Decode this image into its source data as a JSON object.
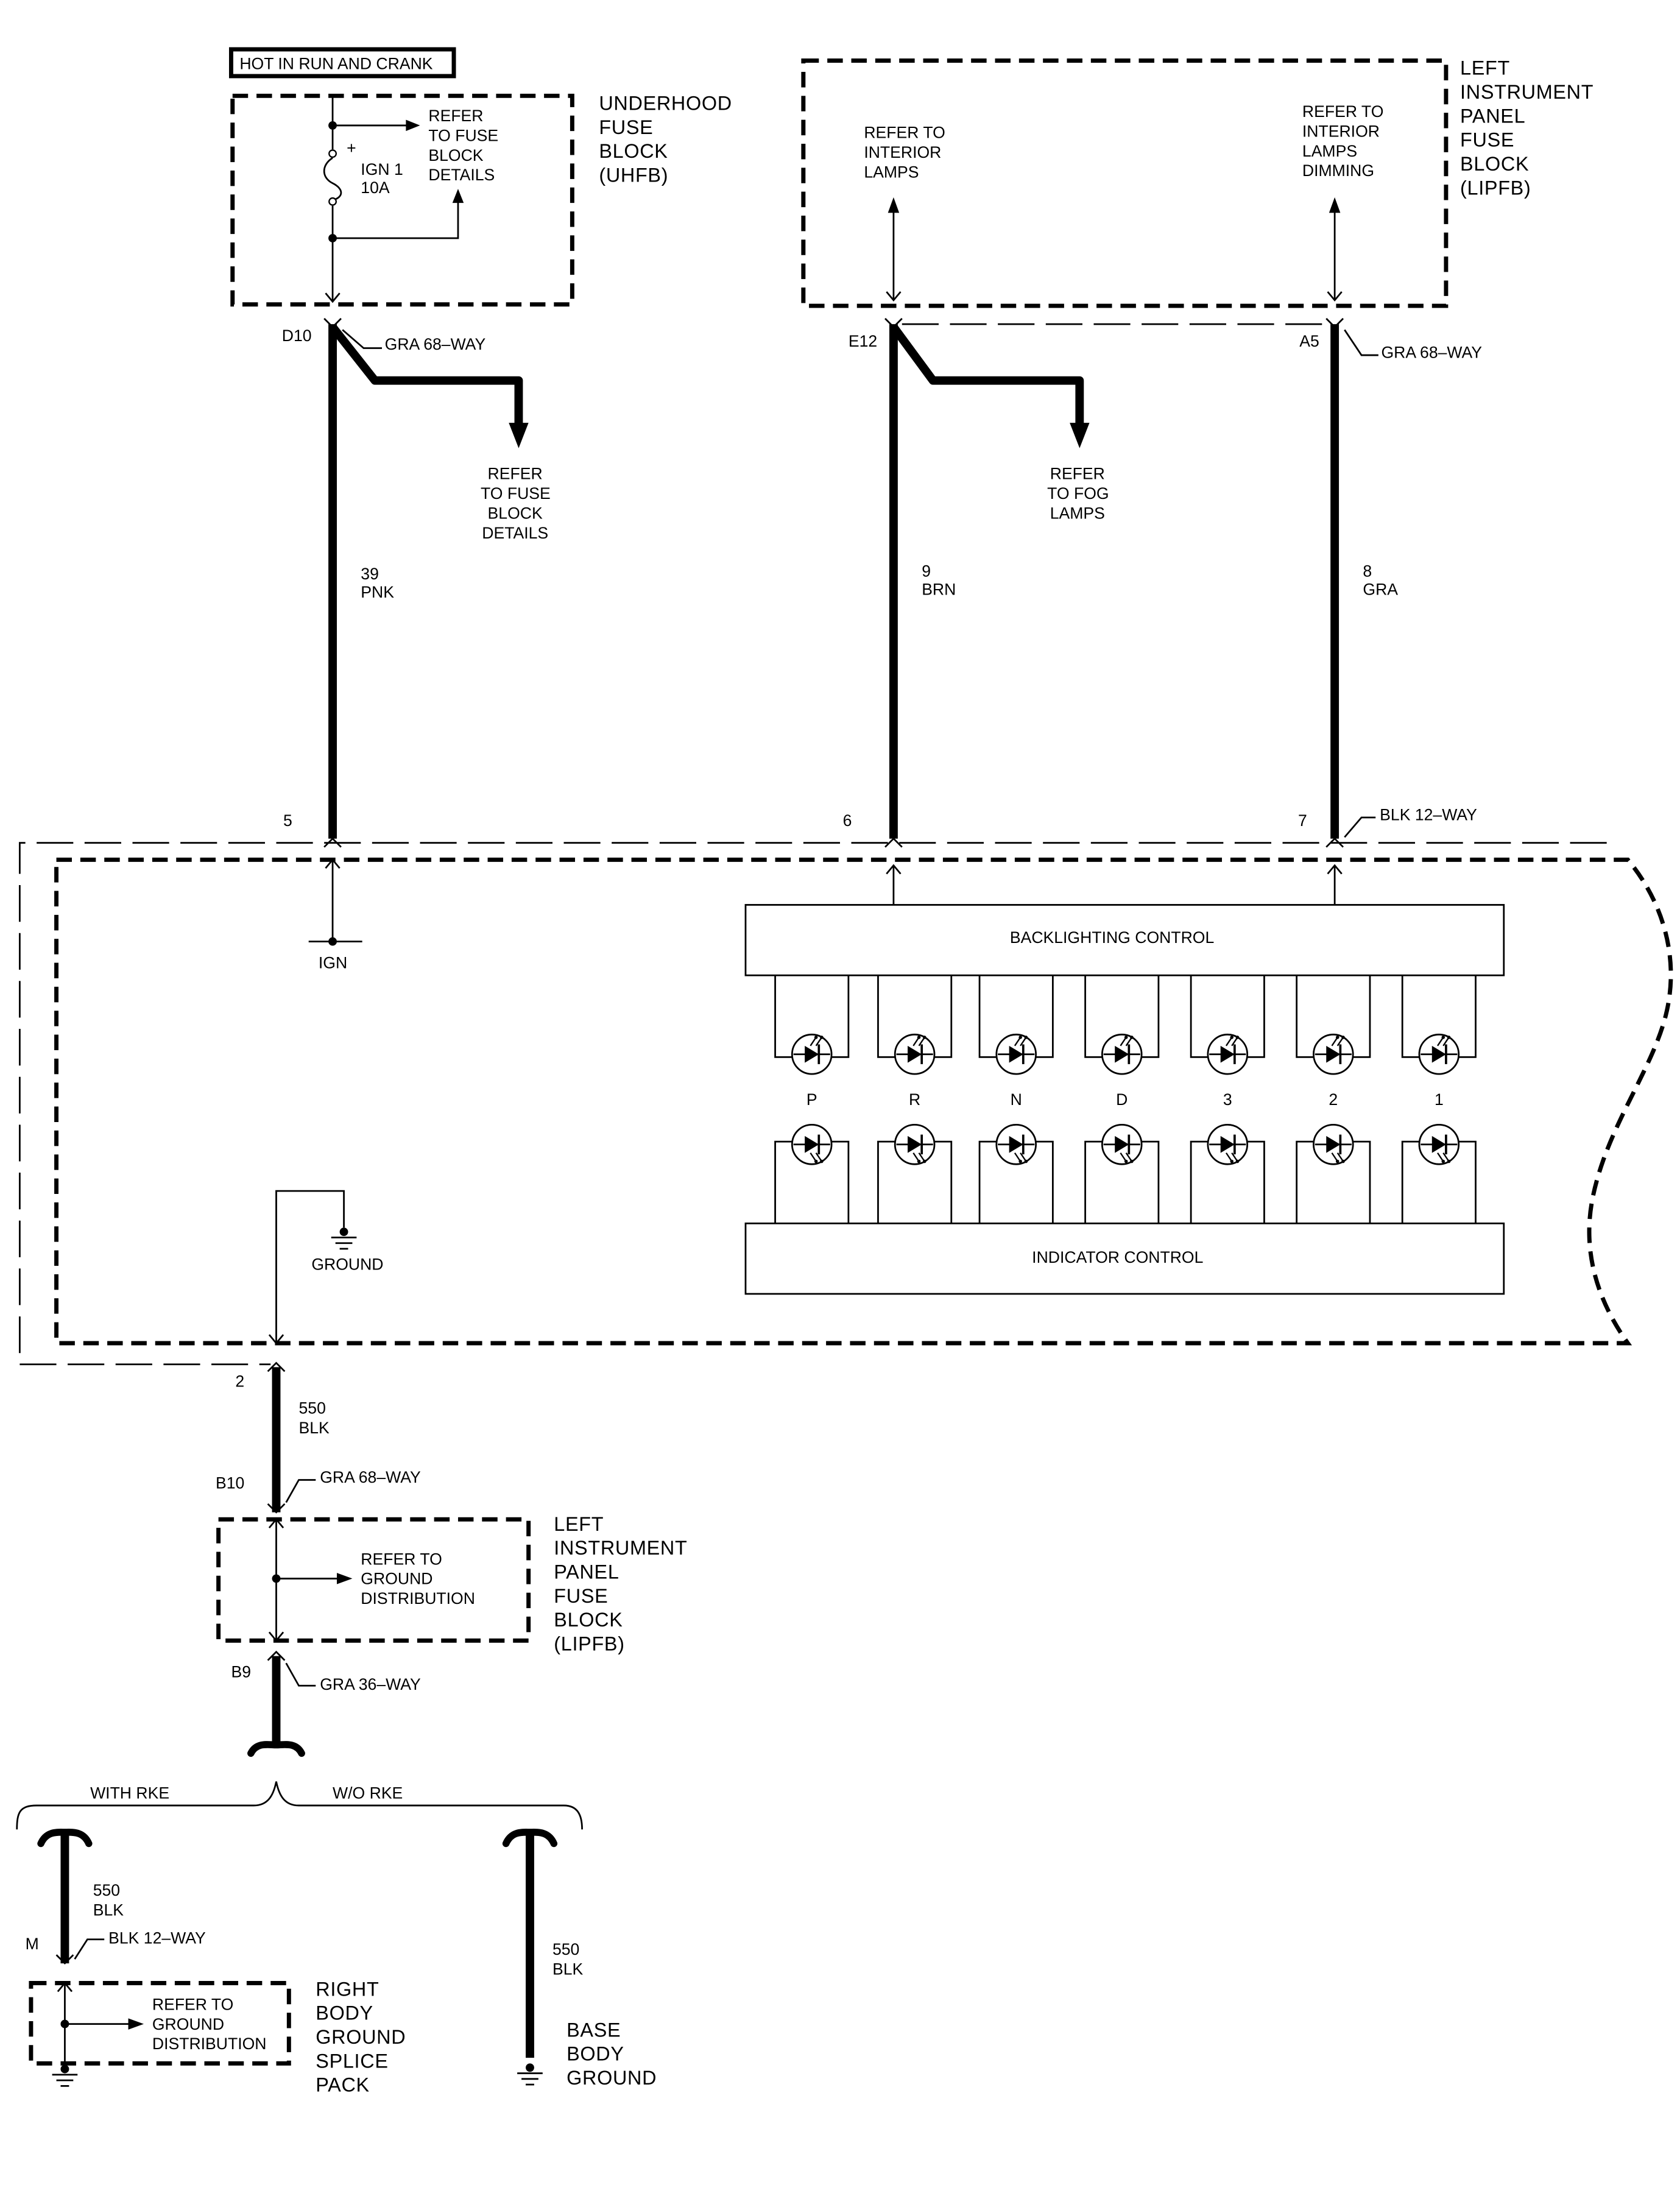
{
  "header_box": "HOT IN RUN AND CRANK",
  "uhfb": {
    "name": [
      "UNDERHOOD",
      "FUSE",
      "BLOCK",
      "(UHFB)"
    ],
    "refer": [
      "REFER",
      "TO FUSE",
      "BLOCK",
      "DETAILS"
    ],
    "fuse": [
      "IGN 1",
      "10A"
    ],
    "plus": "+"
  },
  "lipfb_top": {
    "name": [
      "LEFT",
      "INSTRUMENT",
      "PANEL",
      "FUSE",
      "BLOCK",
      "(LIPFB)"
    ],
    "refer_interior": [
      "REFER TO",
      "INTERIOR",
      "LAMPS"
    ],
    "refer_dimming": [
      "REFER TO",
      "INTERIOR",
      "LAMPS",
      "DIMMING"
    ]
  },
  "connectors": {
    "d10": "D10",
    "e12": "E12",
    "a5": "A5",
    "gra68": "GRA 68–WAY",
    "blk12": "BLK 12–WAY",
    "b10": "B10",
    "b9": "B9",
    "gra36": "GRA 36–WAY",
    "m": "M"
  },
  "refer_fuse_block": [
    "REFER",
    "TO FUSE",
    "BLOCK",
    "DETAILS"
  ],
  "refer_fog": [
    "REFER",
    "TO FOG",
    "LAMPS"
  ],
  "wires": {
    "w39": [
      "39",
      "PNK"
    ],
    "w9": [
      "9",
      "BRN"
    ],
    "w8": [
      "8",
      "GRA"
    ],
    "w550a": [
      "550",
      "BLK"
    ],
    "w550b": [
      "550",
      "BLK"
    ],
    "w550c": [
      "550",
      "BLK"
    ]
  },
  "pins": {
    "p5": "5",
    "p6": "6",
    "p7": "7",
    "p2": "2"
  },
  "module": {
    "ign": "IGN",
    "ground": "GROUND",
    "backlighting": "BACKLIGHTING CONTROL",
    "indicator": "INDICATOR CONTROL",
    "gears": [
      "P",
      "R",
      "N",
      "D",
      "3",
      "2",
      "1"
    ]
  },
  "lipfb_bottom": {
    "name": [
      "LEFT",
      "INSTRUMENT",
      "PANEL",
      "FUSE",
      "BLOCK",
      "(LIPFB)"
    ],
    "refer": [
      "REFER TO",
      "GROUND",
      "DISTRIBUTION"
    ]
  },
  "options": {
    "with_rke": "WITH RKE",
    "wo_rke": "W/O RKE"
  },
  "rbgsp": {
    "name": [
      "RIGHT",
      "BODY",
      "GROUND",
      "SPLICE",
      "PACK"
    ],
    "refer": [
      "REFER TO",
      "GROUND",
      "DISTRIBUTION"
    ]
  },
  "base_ground": [
    "BASE",
    "BODY",
    "GROUND"
  ]
}
